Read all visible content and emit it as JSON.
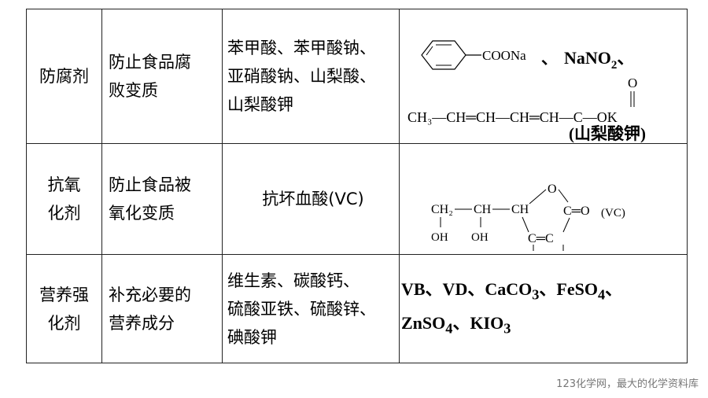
{
  "rows": [
    {
      "category": [
        "防腐剂"
      ],
      "function": [
        "防止食品腐",
        "败变质"
      ],
      "substances": [
        "苯甲酸、苯甲酸钠、",
        "亚硝酸钠、山梨酸、",
        "山梨酸钾"
      ],
      "formula": {
        "benzoate_label": "COONa",
        "sep1": "、",
        "nano2": [
          "NaNO",
          "2",
          "、"
        ],
        "sorbate_chain": "CH₃—CH═CH—CH═CH—C—OK",
        "sorbate_o": "O",
        "sorbate_name": "(山梨酸钾)"
      }
    },
    {
      "category": [
        "抗氧",
        "化剂"
      ],
      "function": [
        "防止食品被",
        "氧化变质"
      ],
      "substances": [
        "抗坏血酸(VC)"
      ],
      "formula": {
        "ch2": "CH₂",
        "ch1": "CH",
        "ch_ring": "CH",
        "o_ring": "O",
        "c_eq": "C═O",
        "c_eq_c": "C═C",
        "oh": "OH",
        "vc": "(VC)"
      }
    },
    {
      "category": [
        "营养强",
        "化剂"
      ],
      "function": [
        "补充必要的",
        "营养成分"
      ],
      "substances": [
        "维生素、碳酸钙、",
        "硫酸亚铁、硫酸锌、",
        "碘酸钾"
      ],
      "formula": {
        "line1": [
          "VB、VD、CaCO",
          "3",
          "、FeSO",
          "4",
          "、"
        ],
        "line2": [
          "ZnSO",
          "4",
          "、KIO",
          "3"
        ]
      }
    }
  ],
  "watermark": "123化学网，最大的化学资料库"
}
